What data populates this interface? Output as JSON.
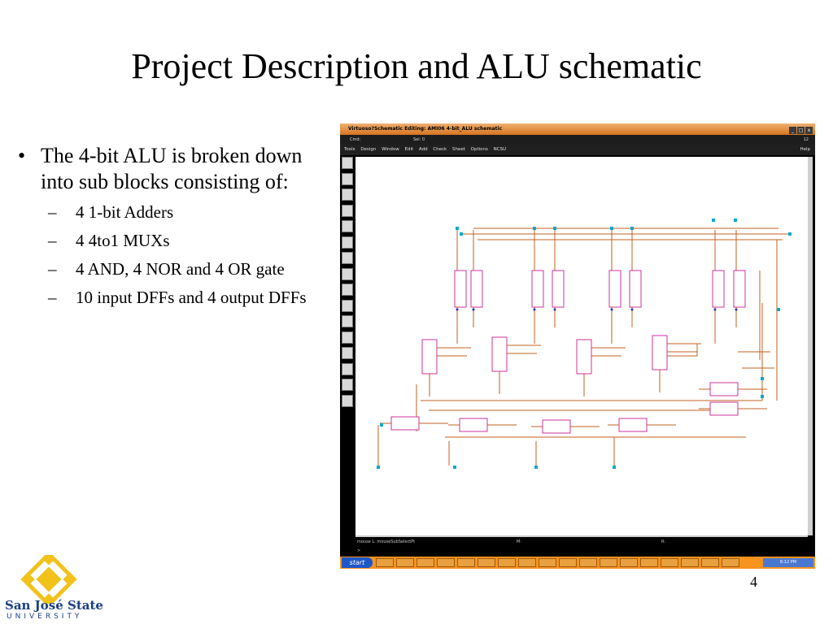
{
  "slide": {
    "title": "Project Description and ALU schematic",
    "bullet": "The 4-bit ALU is broken down into sub blocks consisting of:",
    "sub_bullets": [
      "4 1-bit Adders",
      "4 4to1 MUXs",
      "4 AND, 4 NOR and 4 OR gate",
      "10 input DFFs and 4 output DFFs"
    ],
    "page_number": "4"
  },
  "logo": {
    "name": "San José State",
    "sub": "UNIVERSITY"
  },
  "window": {
    "title": "Virtuoso?Schematic Editing: AMI06 4-bit_ALU schematic",
    "buttons": [
      "_",
      "□",
      "x"
    ],
    "status": {
      "cmd": "Cmd:",
      "sel": "Sel: 0",
      "num": "12"
    },
    "menus": [
      "Tools",
      "Design",
      "Window",
      "Edit",
      "Add",
      "Check",
      "Sheet",
      "Options",
      "NCSU"
    ],
    "help": "Help",
    "mouse_line": {
      "left": "mouse L: mouseSubSelectPt",
      "mid": "M:",
      "right": "R:"
    },
    "prompt": ">"
  },
  "taskbar": {
    "start": "start",
    "tray_time": "8:12 PM"
  },
  "colors": {
    "wire": "#c06020",
    "block": "#cc3399",
    "pin": "#00aacc",
    "titlebar": "#e08030",
    "taskbar": "#f7931e"
  }
}
